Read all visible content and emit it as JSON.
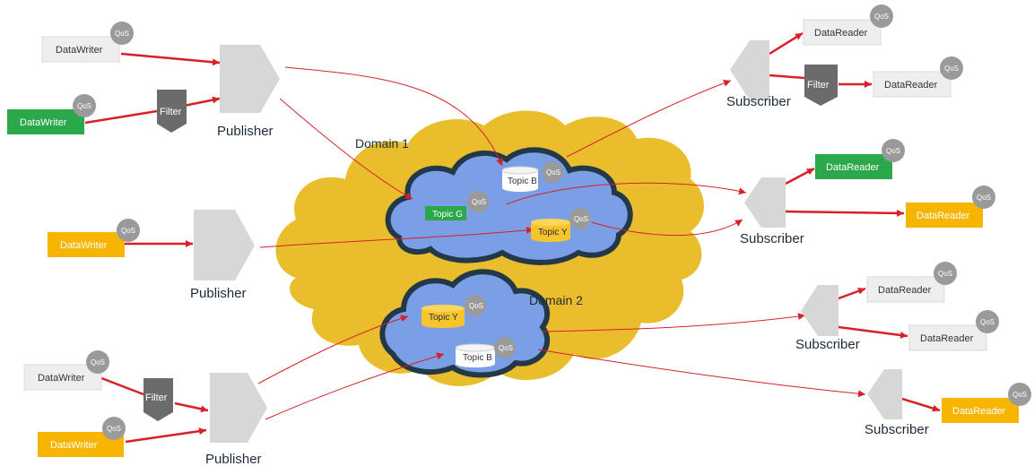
{
  "labels": {
    "writer": "DataWriter",
    "reader": "DataReader",
    "qos": "QoS",
    "filter": "Filter",
    "publisher": "Publisher",
    "subscriber": "Subscriber",
    "domain1": "Domain 1",
    "domain2": "Domain 2",
    "topic_b": "Topic B",
    "topic_g": "Topic G",
    "topic_y": "Topic Y"
  },
  "colors": {
    "gray": "#eeeeee",
    "green": "#2aa84a",
    "yellow": "#f7b500",
    "filter": "#6b6b6b",
    "arrow": "#d8202a",
    "cloud_outer": "#e9bd2c",
    "cloud_inner": "#7a9fe6",
    "cloud_stroke": "#23394a",
    "node": "#d7d7d7"
  }
}
